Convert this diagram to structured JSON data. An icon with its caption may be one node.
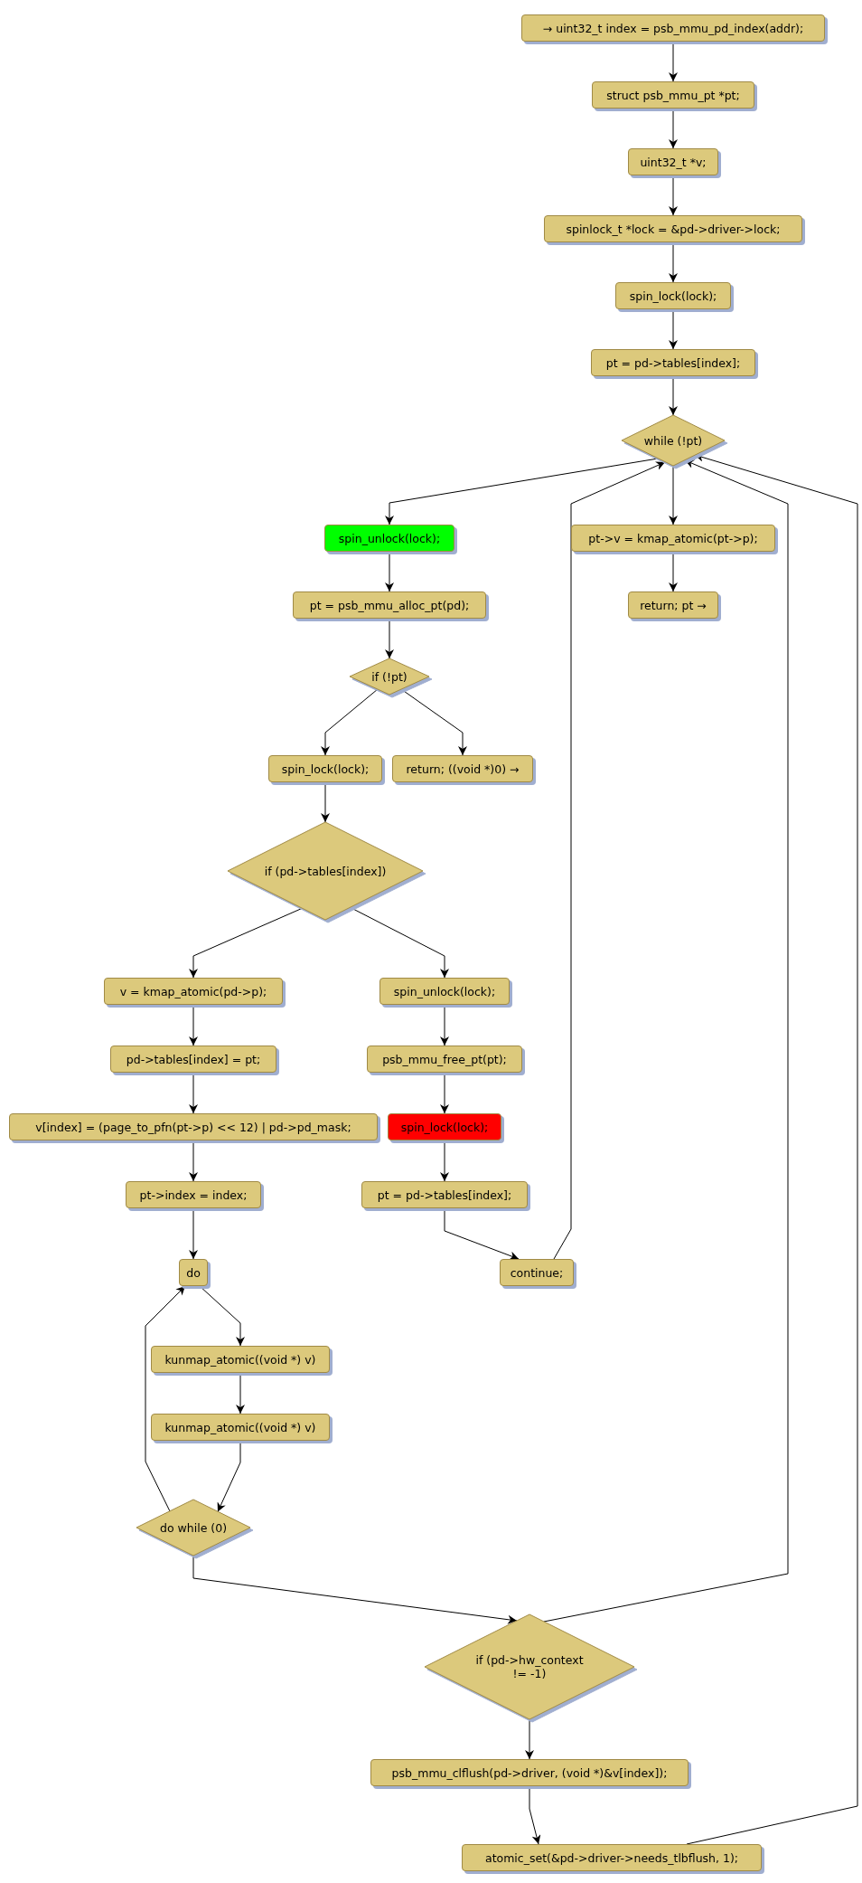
{
  "diagram": {
    "nodes": [
      {
        "text": [
          "→ uint32_t index = psb_mmu_pd_index(addr);"
        ]
      },
      {
        "text": [
          "struct psb_mmu_pt *pt;"
        ]
      },
      {
        "text": [
          "uint32_t *v;"
        ]
      },
      {
        "text": [
          "spinlock_t *lock = &pd->driver->lock;"
        ]
      },
      {
        "text": [
          "spin_lock(lock);"
        ]
      },
      {
        "text": [
          "pt = pd->tables[index];"
        ]
      },
      {
        "text": [
          "while (!pt)"
        ]
      },
      {
        "text": [
          "spin_unlock(lock);"
        ]
      },
      {
        "text": [
          "pt = psb_mmu_alloc_pt(pd);"
        ]
      },
      {
        "text": [
          "pt->v = kmap_atomic(pt->p);"
        ]
      },
      {
        "text": [
          "return; pt →"
        ]
      },
      {
        "text": [
          "if (!pt)"
        ]
      },
      {
        "text": [
          "spin_lock(lock);"
        ]
      },
      {
        "text": [
          "return; ((void *)0) →"
        ]
      },
      {
        "text": [
          "if (pd->tables[index])"
        ]
      },
      {
        "text": [
          "v = kmap_atomic(pd->p);"
        ]
      },
      {
        "text": [
          "spin_unlock(lock);"
        ]
      },
      {
        "text": [
          "pd->tables[index] = pt;"
        ]
      },
      {
        "text": [
          "psb_mmu_free_pt(pt);"
        ]
      },
      {
        "text": [
          "v[index] = (page_to_pfn(pt->p) << 12) | pd->pd_mask;"
        ]
      },
      {
        "text": [
          "spin_lock(lock);"
        ]
      },
      {
        "text": [
          "pt->index = index;"
        ]
      },
      {
        "text": [
          "pt = pd->tables[index];"
        ]
      },
      {
        "text": [
          "do"
        ]
      },
      {
        "text": [
          "continue;"
        ]
      },
      {
        "text": [
          "kunmap_atomic((void *) v)"
        ]
      },
      {
        "text": [
          "kunmap_atomic((void *) v)"
        ]
      },
      {
        "text": [
          "do while (0)"
        ]
      },
      {
        "text": [
          "if (pd->hw_context != -1)"
        ]
      },
      {
        "text": [
          "psb_mmu_clflush(pd->driver, (void *)&v[index]);"
        ]
      },
      {
        "text": [
          "atomic_set(&pd->driver->needs_tlbflush, 1);"
        ]
      }
    ],
    "edges": [
      {
        "from": 0,
        "to": 1,
        "arrow": "to"
      },
      {
        "from": 1,
        "to": 2,
        "arrow": "to"
      },
      {
        "from": 2,
        "to": 3,
        "arrow": "to"
      },
      {
        "from": 3,
        "to": 4,
        "arrow": "to"
      },
      {
        "from": 4,
        "to": 5,
        "arrow": "to"
      },
      {
        "from": 5,
        "to": 6,
        "arrow": "to"
      },
      {
        "from": 6,
        "to": 7,
        "arrow": "to"
      },
      {
        "from": 7,
        "to": 8,
        "arrow": "to"
      },
      {
        "from": 8,
        "to": 11,
        "arrow": "to"
      },
      {
        "from": 11,
        "to": 12,
        "arrow": "to"
      },
      {
        "from": 11,
        "to": 13,
        "arrow": "to"
      },
      {
        "from": 12,
        "to": 14,
        "arrow": "to"
      },
      {
        "from": 14,
        "to": 15,
        "arrow": "to"
      },
      {
        "from": 14,
        "to": 16,
        "arrow": "to"
      },
      {
        "from": 15,
        "to": 17,
        "arrow": "to"
      },
      {
        "from": 17,
        "to": 19,
        "arrow": "to"
      },
      {
        "from": 19,
        "to": 21,
        "arrow": "to"
      },
      {
        "from": 21,
        "to": 23,
        "arrow": "to"
      },
      {
        "from": 16,
        "to": 18,
        "arrow": "to"
      },
      {
        "from": 18,
        "to": 20,
        "arrow": "to"
      },
      {
        "from": 20,
        "to": 22,
        "arrow": "to"
      },
      {
        "from": 22,
        "to": 24,
        "arrow": "to"
      },
      {
        "from": 24,
        "to": 6,
        "arrow": "to"
      },
      {
        "from": 6,
        "to": 9,
        "arrow": "to"
      },
      {
        "from": 9,
        "to": 10,
        "arrow": "to"
      },
      {
        "from": 23,
        "to": 25,
        "arrow": "to"
      },
      {
        "from": 25,
        "to": 26,
        "arrow": "to"
      },
      {
        "from": 26,
        "to": 27,
        "arrow": "to"
      },
      {
        "from": 27,
        "to": 23,
        "arrow": "to"
      },
      {
        "from": 27,
        "to": 28,
        "arrow": "to"
      },
      {
        "from": 28,
        "to": 6,
        "arrow": "to"
      },
      {
        "from": 28,
        "to": 29,
        "arrow": "to"
      },
      {
        "from": 29,
        "to": 30,
        "arrow": "to"
      },
      {
        "from": 30,
        "to": 6,
        "arrow": "to"
      }
    ]
  }
}
